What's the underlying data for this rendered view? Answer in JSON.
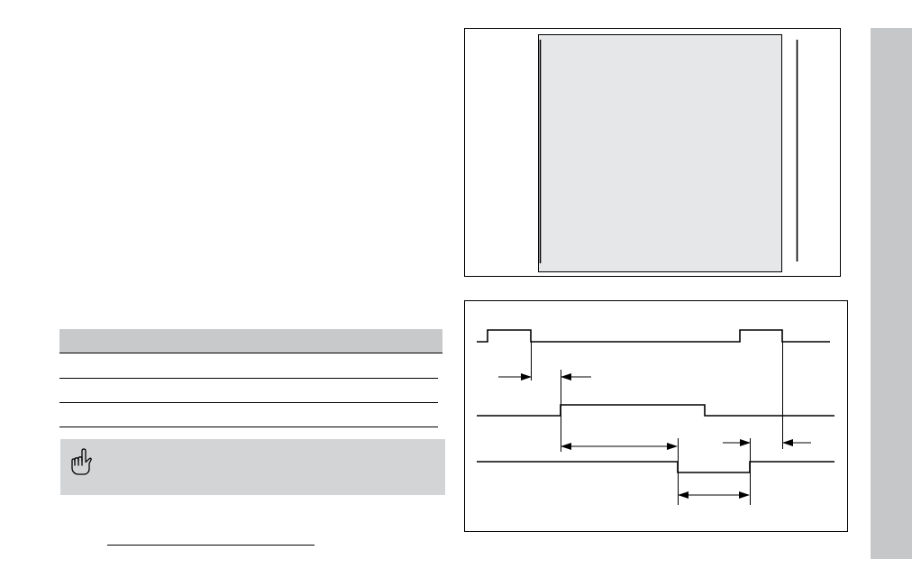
{
  "colors": {
    "side_tab": "#c6c7c9",
    "table_header": "#c8c9cb",
    "note_background": "#d3d4d6",
    "figure_screen": "#e6e7e9",
    "line": "#000000"
  },
  "icons": {
    "note": "pointing-hand-icon"
  },
  "diagram": {
    "signals": [
      {
        "name": "top-trace",
        "pulses": 2
      },
      {
        "name": "middle-trace",
        "pulses": 1
      },
      {
        "name": "bottom-trace",
        "pulses": 1
      }
    ],
    "dimension_arrows": 4
  }
}
